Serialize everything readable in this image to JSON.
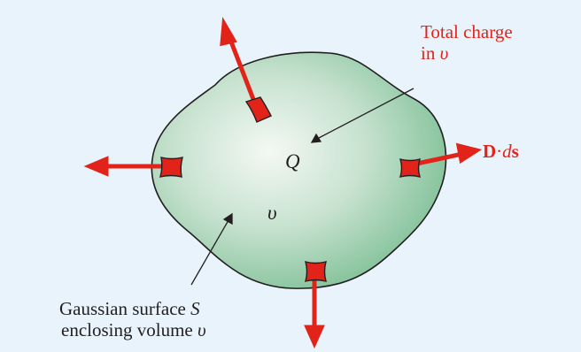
{
  "colors": {
    "background": "#e8f3fb",
    "volume_fill_center": "#f4f8f4",
    "volume_fill_edge": "#6fb88a",
    "outline": "#231f20",
    "accent_red": "#e2231a"
  },
  "labels": {
    "total_charge_line1": "Total charge",
    "total_charge_line2_prefix": "in ",
    "total_charge_symbol": "υ",
    "charge_symbol": "Q",
    "volume_symbol": "υ",
    "flux_D": "D",
    "flux_dot": "·",
    "flux_d": "d",
    "flux_s": "s",
    "gaussian_line1_prefix": "Gaussian surface ",
    "gaussian_line1_symbol": "S",
    "gaussian_line2_prefix": "enclosing volume ",
    "gaussian_line2_symbol": "υ"
  },
  "icons": {
    "surface_elements": "red-patch-icon",
    "flux_vectors": "outward-arrow-icon"
  }
}
